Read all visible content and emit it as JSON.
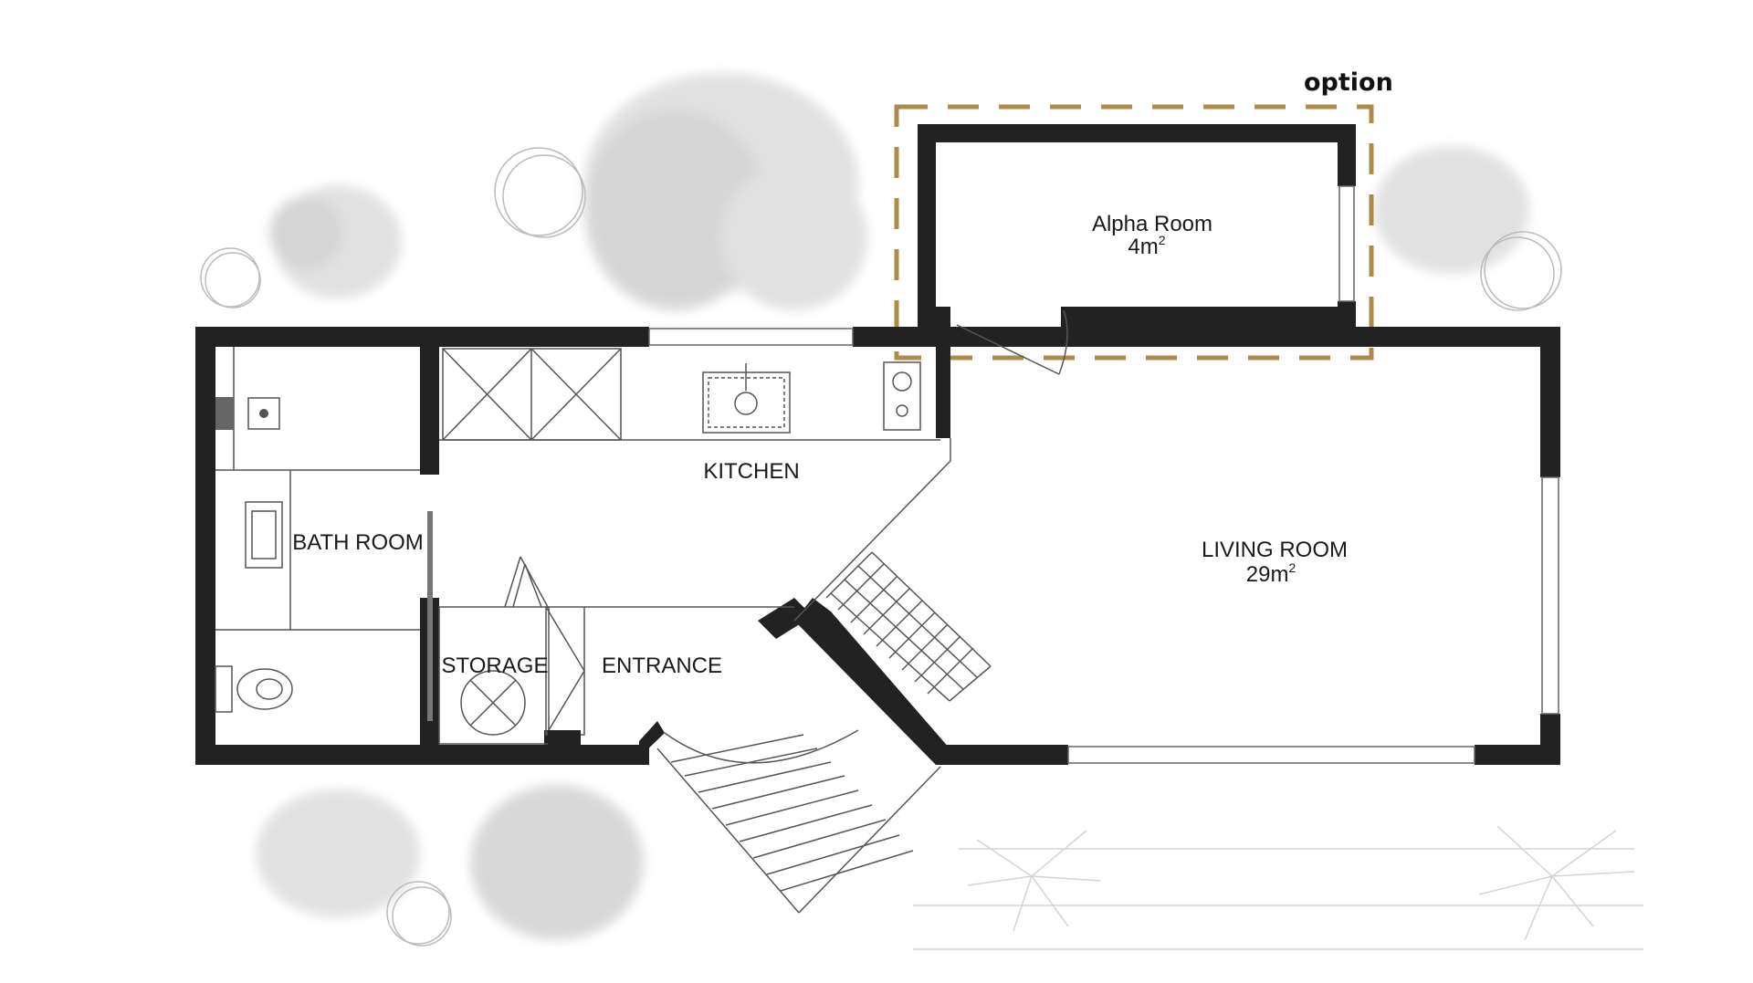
{
  "labels": {
    "option": "option",
    "alpha_room": "Alpha Room",
    "alpha_area": "4m",
    "kitchen": "KITCHEN",
    "bath_room": "BATH ROOM",
    "storage": "STORAGE",
    "entrance": "ENTRANCE",
    "living_room": "LIVING ROOM",
    "living_area": "29m",
    "area_superscript": "2"
  },
  "colors": {
    "walls": "#222222",
    "option_outline": "#b08a4a",
    "trees": "#d9d9d9"
  }
}
